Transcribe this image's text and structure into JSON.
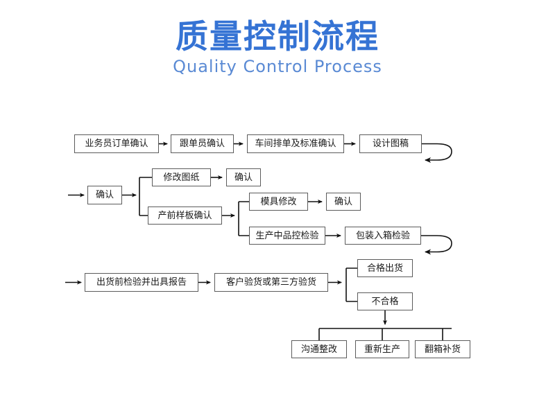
{
  "header": {
    "title": "质量控制流程",
    "subtitle": "Quality Control Process",
    "title_color": "#3573d4",
    "subtitle_color": "#5a8ad4"
  },
  "diagram": {
    "background_color": "#ffffff",
    "box_border_color": "#5b5b5b",
    "connector_color": "#1a1a1a",
    "rows": [
      {
        "row_name": "order-confirmation-row",
        "nodes": [
          "业务员订单确认",
          "跟单员确认",
          "车间排单及标准确认",
          "设计图稿"
        ],
        "has_loopback": true
      },
      {
        "row_name": "sample-and-production-row",
        "nodes": [
          "确认",
          "修改图纸",
          "确认",
          "产前样板确认",
          "模具修改",
          "确认",
          "生产中品控检验",
          "包装入箱检验"
        ],
        "has_loopback": true
      },
      {
        "row_name": "inspection-and-shipment-row",
        "nodes": [
          "出货前检验并出具报告",
          "客户验货或第三方验货",
          "合格出货",
          "不合格"
        ],
        "has_loopback": false
      },
      {
        "row_name": "rework-actions-row",
        "nodes": [
          "沟通整改",
          "重新生产",
          "翻箱补货"
        ],
        "has_loopback": false
      }
    ],
    "nodes": {
      "n1": "业务员订单确认",
      "n2": "跟单员确认",
      "n3": "车间排单及标准确认",
      "n4": "设计图稿",
      "n5": "确认",
      "n6": "修改图纸",
      "n7": "确认",
      "n8": "产前样板确认",
      "n9": "模具修改",
      "n10": "确认",
      "n11": "生产中品控检验",
      "n12": "包装入箱检验",
      "n13": "出货前检验并出具报告",
      "n14": "客户验货或第三方验货",
      "n15": "合格出货",
      "n16": "不合格",
      "n17": "沟通整改",
      "n18": "重新生产",
      "n19": "翻箱补货"
    }
  }
}
